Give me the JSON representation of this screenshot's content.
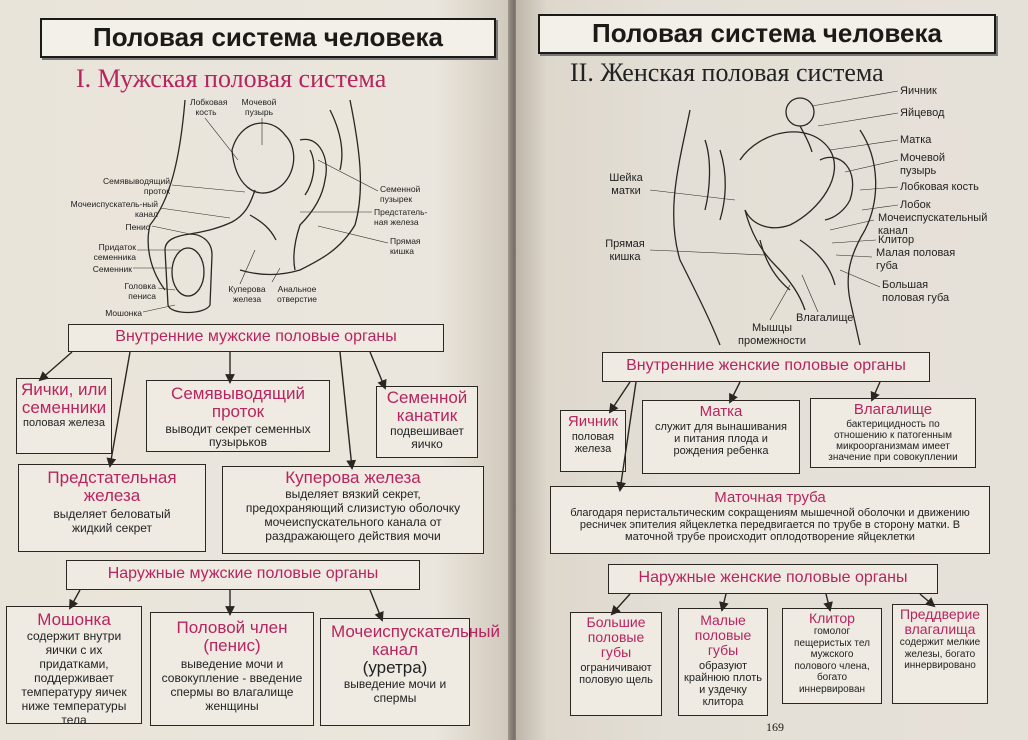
{
  "left": {
    "title": "Половая система человека",
    "subtitle": "I. Мужская половая система",
    "diagram_labels": {
      "pubic_bone": "Лобковая кость",
      "bladder": "Мочевой пузырь",
      "vas_deferens": "Семявыводящий проток",
      "urethra": "Мочеиспускатель-ный канал",
      "penis": "Пенис",
      "epididymis": "Придаток семенника",
      "testis": "Семенник",
      "glans": "Головка пениса",
      "scrotum": "Мошонка",
      "cowper": "Куперова железа",
      "anus": "Анальное отверстие",
      "seminal_vesicle": "Семенной пузырек",
      "prostate": "Предстатель-ная железа",
      "rectum": "Прямая кишка"
    },
    "internal_header": "Внутренние мужские половые органы",
    "internal": [
      {
        "title": "Яички, или семенники",
        "text": "половая железа"
      },
      {
        "title": "Семявыводящий проток",
        "text": "выводит секрет семенных пузырьков"
      },
      {
        "title": "Семенной канатик",
        "text": "подвешивает яичко"
      },
      {
        "title": "Предстательная железа",
        "text": "выделяет беловатый жидкий секрет"
      },
      {
        "title": "Куперова железа",
        "text": "выделяет вязкий секрет, предохраняющий слизистую оболочку мочеиспускательного канала от раздражающего действия мочи"
      }
    ],
    "external_header": "Наружные мужские половые органы",
    "external": [
      {
        "title": "Мошонка",
        "text": "содержит внутри яички с их придатками, поддерживает температуру яичек ниже температуры тела"
      },
      {
        "title": "Половой член (пенис)",
        "text": "выведение мочи и совокупление - введение спермы во влагалище женщины"
      },
      {
        "title": "Мочеиспускательный канал",
        "title2": "(уретра)",
        "text": "выведение мочи и спермы"
      }
    ]
  },
  "right": {
    "title": "Половая система человека",
    "subtitle": "II. Женская половая система",
    "diagram_labels": {
      "ovary": "Яичник",
      "tube": "Яйцевод",
      "uterus": "Матка",
      "bladder": "Мочевой пузырь",
      "pubic_bone": "Лобковая кость",
      "mons": "Лобок",
      "urethra": "Мочеиспускательный канал",
      "clitoris": "Клитор",
      "labia_minora": "Малая половая губа",
      "labia_majora": "Большая половая губа",
      "vagina": "Влагалище",
      "perineum": "Мышцы промежности",
      "cervix": "Шейка матки",
      "rectum": "Прямая кишка"
    },
    "internal_header": "Внутренние женские половые органы",
    "internal": [
      {
        "title": "Яичник",
        "text": "половая железа"
      },
      {
        "title": "Матка",
        "text": "служит для вынашивания и питания плода и рождения ребенка"
      },
      {
        "title": "Влагалище",
        "text": "бактерицидность по отношению к патогенным микроорганизмам имеет значение при совокуплении"
      },
      {
        "title": "Маточная труба",
        "text": "благодаря перистальтическим сокращениям мышечной оболочки и движению ресничек эпителия яйцеклетка передвигается по трубе в сторону матки. В маточной трубе происходит оплодотворение яйцеклетки"
      }
    ],
    "external_header": "Наружные женские половые органы",
    "external": [
      {
        "title": "Большие половые губы",
        "text": "ограничивают половую щель"
      },
      {
        "title": "Малые половые губы",
        "text": "образуют крайнюю плоть и уздечку клитора"
      },
      {
        "title": "Клитор",
        "text": "гомолог пещеристых тел мужского полового члена, богато иннервирован"
      },
      {
        "title": "Преддверие влагалища",
        "text": "содержит мелкие железы, богато иннервировано"
      }
    ],
    "page_number": "169"
  },
  "colors": {
    "heading": "#b8245f",
    "ink": "#1c1a17",
    "paper": "#e9e4da"
  }
}
